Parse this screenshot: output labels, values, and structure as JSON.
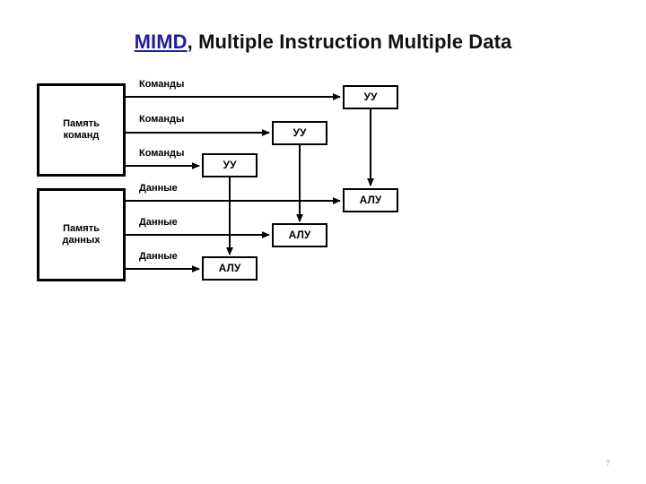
{
  "slide": {
    "title": {
      "highlight": "MIMD",
      "rest": ", Multiple Instruction Multiple Data",
      "highlight_color": "#1f1f9e",
      "text_color": "#111111"
    },
    "page_number": "7"
  },
  "diagram": {
    "type": "block-diagram",
    "memories": [
      {
        "id": "instruction-memory",
        "line1": "Память",
        "line2": "команд"
      },
      {
        "id": "data-memory",
        "line1": "Память",
        "line2": "данных"
      }
    ],
    "control_units": [
      {
        "id": "cu-1",
        "label": "УУ"
      },
      {
        "id": "cu-2",
        "label": "УУ"
      },
      {
        "id": "cu-3",
        "label": "УУ"
      }
    ],
    "alus": [
      {
        "id": "alu-1",
        "label": "АЛУ"
      },
      {
        "id": "alu-2",
        "label": "АЛУ"
      },
      {
        "id": "alu-3",
        "label": "АЛУ"
      }
    ],
    "instruction_edge_labels": [
      "Команды",
      "Команды",
      "Команды"
    ],
    "data_edge_labels": [
      "Данные",
      "Данные",
      "Данные"
    ],
    "stroke_color": "#000000"
  }
}
